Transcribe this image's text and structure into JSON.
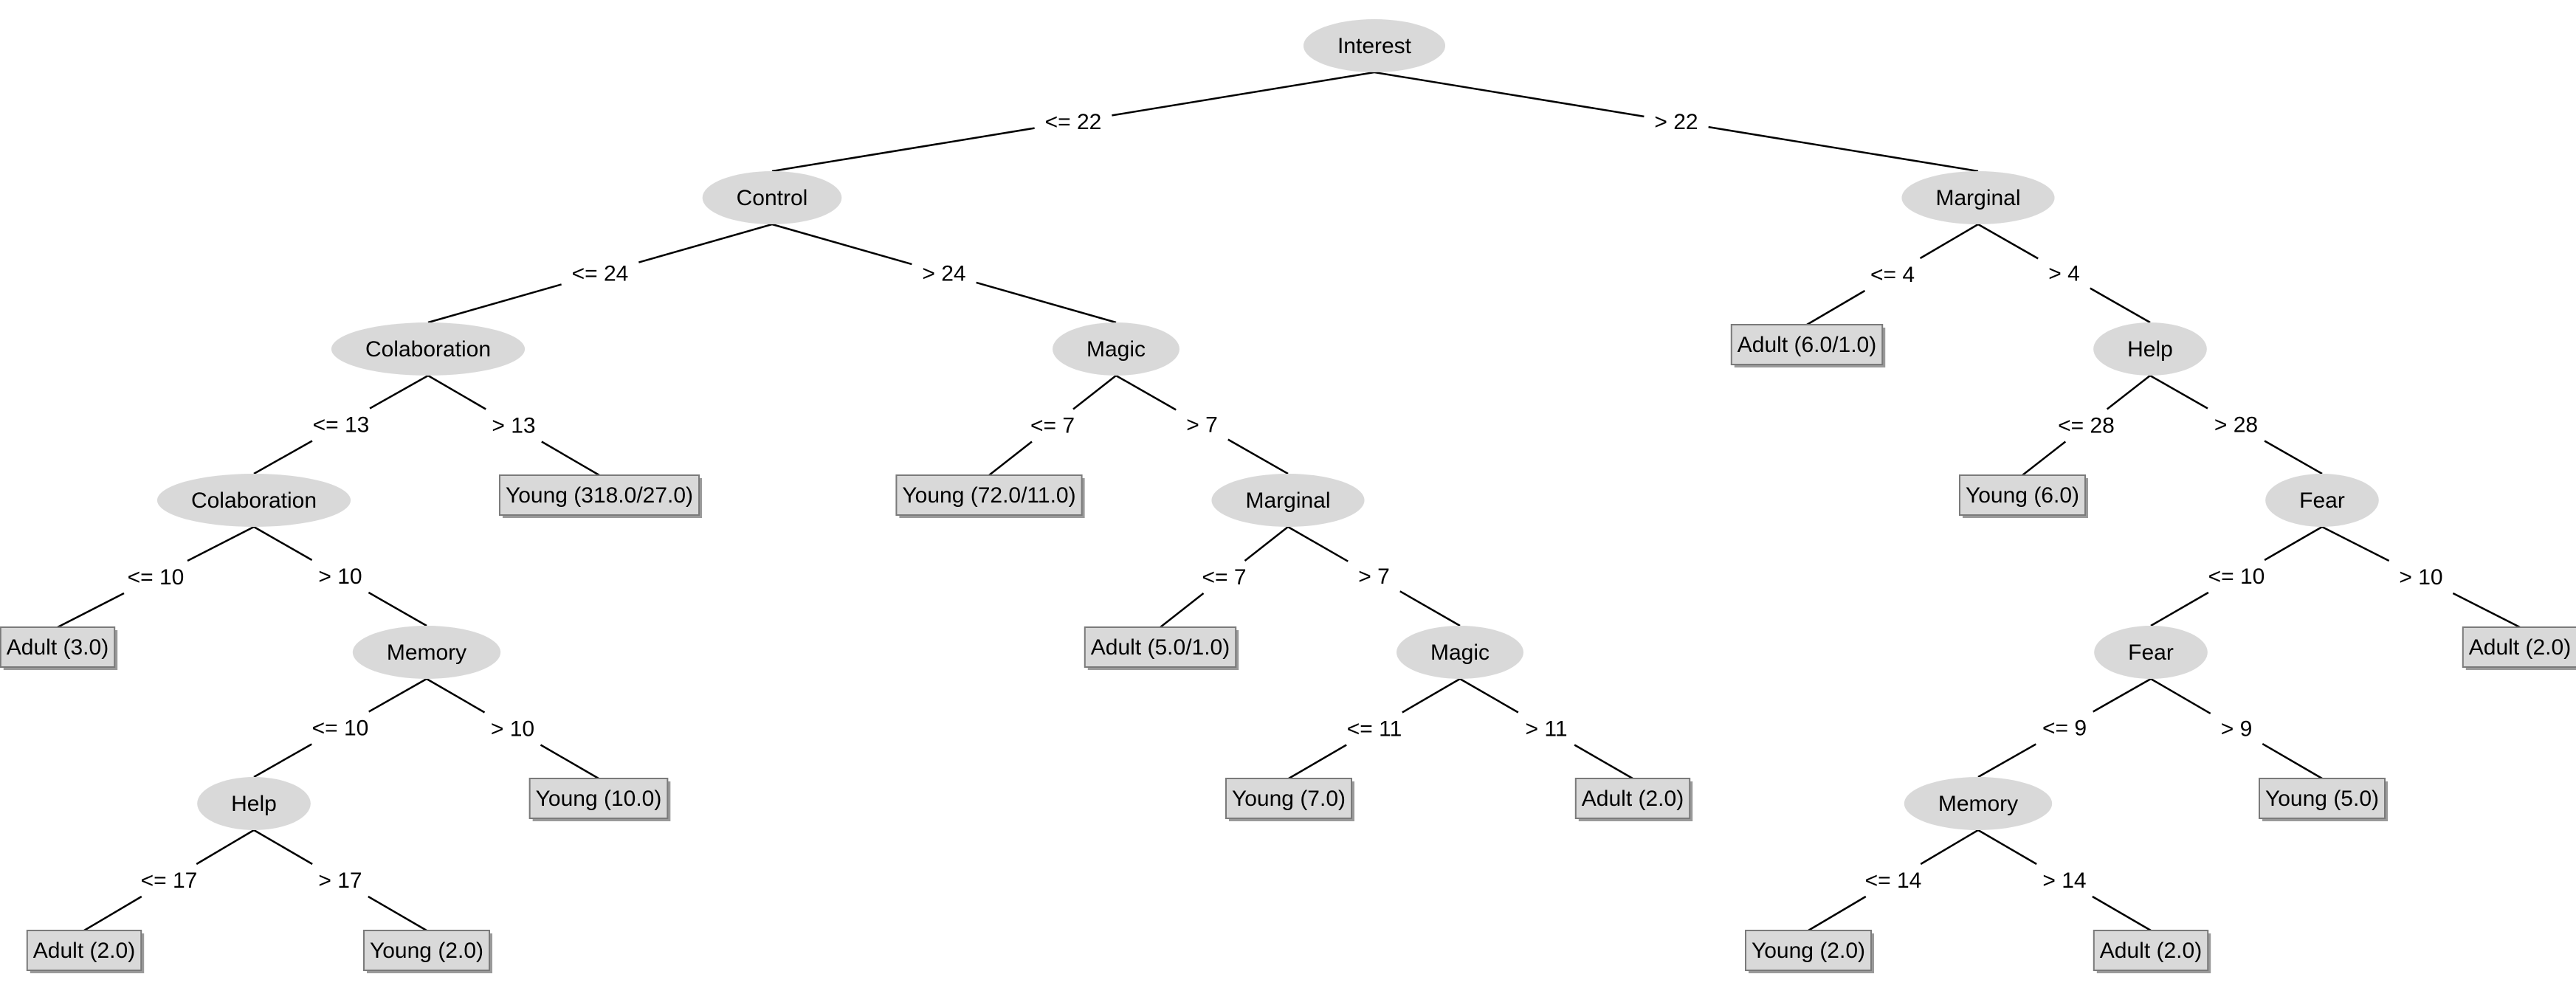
{
  "colors": {
    "background": "#ffffff",
    "node_fill": "#d9d9d9",
    "leaf_fill": "#d9d9d9",
    "leaf_border": "#7a7a7a",
    "edge_line": "#000000",
    "text": "#000000"
  },
  "tree": {
    "label": "Interest",
    "children": [
      {
        "edge": "<= 22",
        "node": {
          "label": "Control",
          "children": [
            {
              "edge": "<= 24",
              "node": {
                "label": "Colaboration",
                "children": [
                  {
                    "edge": "<= 13",
                    "node": {
                      "label": "Colaboration",
                      "children": [
                        {
                          "edge": "<= 10",
                          "node": {
                            "leaf": "Adult (3.0)"
                          }
                        },
                        {
                          "edge": "> 10",
                          "node": {
                            "label": "Memory",
                            "children": [
                              {
                                "edge": "<= 10",
                                "node": {
                                  "label": "Help",
                                  "children": [
                                    {
                                      "edge": "<= 17",
                                      "node": {
                                        "leaf": "Adult (2.0)"
                                      }
                                    },
                                    {
                                      "edge": "> 17",
                                      "node": {
                                        "leaf": "Young (2.0)"
                                      }
                                    }
                                  ]
                                }
                              },
                              {
                                "edge": "> 10",
                                "node": {
                                  "leaf": "Young (10.0)"
                                }
                              }
                            ]
                          }
                        }
                      ]
                    }
                  },
                  {
                    "edge": "> 13",
                    "node": {
                      "leaf": "Young (318.0/27.0)"
                    }
                  }
                ]
              }
            },
            {
              "edge": "> 24",
              "node": {
                "label": "Magic",
                "children": [
                  {
                    "edge": "<= 7",
                    "node": {
                      "leaf": "Young (72.0/11.0)"
                    }
                  },
                  {
                    "edge": "> 7",
                    "node": {
                      "label": "Marginal",
                      "children": [
                        {
                          "edge": "<= 7",
                          "node": {
                            "leaf": "Adult (5.0/1.0)"
                          }
                        },
                        {
                          "edge": "> 7",
                          "node": {
                            "label": "Magic",
                            "children": [
                              {
                                "edge": "<= 11",
                                "node": {
                                  "leaf": "Young (7.0)"
                                }
                              },
                              {
                                "edge": "> 11",
                                "node": {
                                  "leaf": "Adult (2.0)"
                                }
                              }
                            ]
                          }
                        }
                      ]
                    }
                  }
                ]
              }
            }
          ]
        }
      },
      {
        "edge": "> 22",
        "node": {
          "label": "Marginal",
          "children": [
            {
              "edge": "<= 4",
              "node": {
                "leaf": "Adult (6.0/1.0)"
              }
            },
            {
              "edge": "> 4",
              "node": {
                "label": "Help",
                "children": [
                  {
                    "edge": "<= 28",
                    "node": {
                      "leaf": "Young (6.0)"
                    }
                  },
                  {
                    "edge": "> 28",
                    "node": {
                      "label": "Fear",
                      "children": [
                        {
                          "edge": "<= 10",
                          "node": {
                            "label": "Fear",
                            "children": [
                              {
                                "edge": "<= 9",
                                "node": {
                                  "label": "Memory",
                                  "children": [
                                    {
                                      "edge": "<= 14",
                                      "node": {
                                        "leaf": "Young (2.0)"
                                      }
                                    },
                                    {
                                      "edge": "> 14",
                                      "node": {
                                        "leaf": "Adult (2.0)"
                                      }
                                    }
                                  ]
                                }
                              },
                              {
                                "edge": "> 9",
                                "node": {
                                  "leaf": "Young (5.0)"
                                }
                              }
                            ]
                          }
                        },
                        {
                          "edge": "> 10",
                          "node": {
                            "leaf": "Adult (2.0)"
                          }
                        }
                      ]
                    }
                  }
                ]
              }
            }
          ]
        }
      }
    ]
  }
}
